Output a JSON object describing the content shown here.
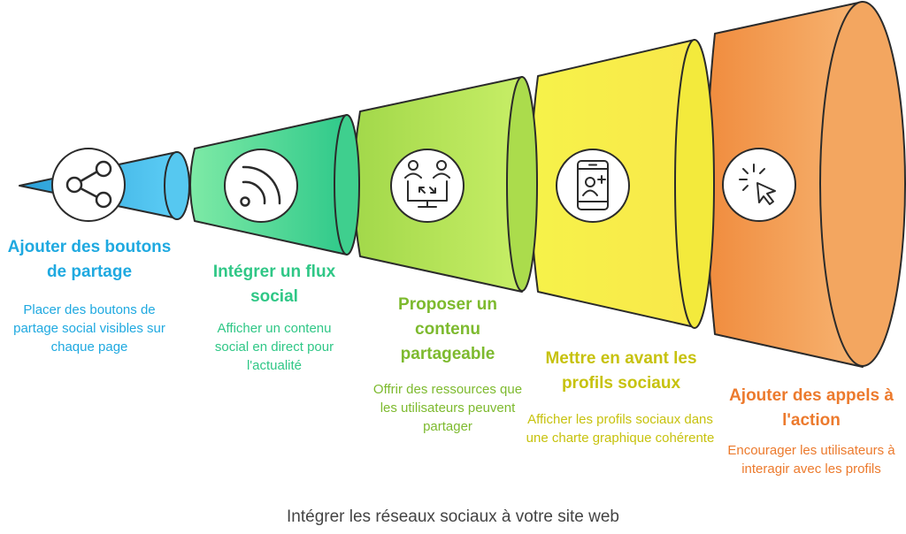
{
  "colors": {
    "step1": "#1fa9e0",
    "step2": "#2fc786",
    "step3": "#7dba2e",
    "step4": "#c7c20e",
    "step5": "#ec7a2d"
  },
  "steps": [
    {
      "icon": "share-icon",
      "title": "Ajouter des boutons de partage",
      "description": "Placer des boutons de partage social visibles sur chaque page"
    },
    {
      "icon": "rss-feed-icon",
      "title": "Intégrer un flux social",
      "description": "Afficher un contenu social en direct pour l'actualité"
    },
    {
      "icon": "users-exchange-icon",
      "title": "Proposer un contenu partageable",
      "description": "Offrir des ressources que les utilisateurs peuvent partager"
    },
    {
      "icon": "mobile-profile-icon",
      "title": "Mettre en avant les profils sociaux",
      "description": "Afficher les profils sociaux dans une charte graphique cohérente"
    },
    {
      "icon": "click-cursor-icon",
      "title": "Ajouter des appels à l'action",
      "description": "Encourager les utilisateurs à interagir avec les profils"
    }
  ],
  "caption": "Intégrer les réseaux sociaux à votre site web"
}
